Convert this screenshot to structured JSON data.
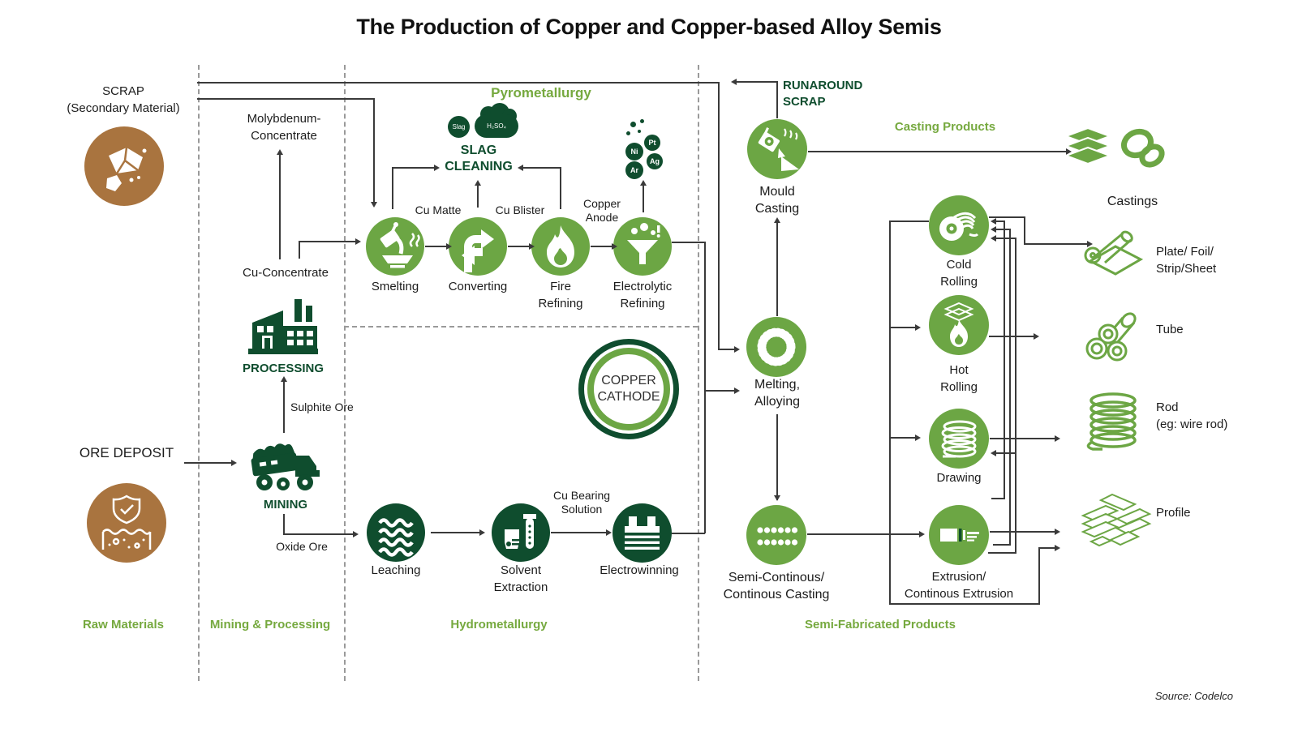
{
  "title": "The Production of Copper and Copper-based Alloy Semis",
  "source": "Source: Codelco",
  "zones": {
    "raw_materials": "Raw Materials",
    "mining_processing": "Mining & Processing",
    "hydrometallurgy": "Hydrometallurgy",
    "semi_fabricated": "Semi-Fabricated Products"
  },
  "headers": {
    "pyrometallurgy": "Pyrometallurgy",
    "casting_products": "Casting Products",
    "runaround_scrap": [
      "RUNAROUND",
      "SCRAP"
    ],
    "slag_cleaning": [
      "SLAG",
      "CLEANING"
    ]
  },
  "raw": {
    "scrap": [
      "SCRAP",
      "(Secondary Material)"
    ],
    "ore_deposit": "ORE DEPOSIT"
  },
  "mining": {
    "molybdenum": [
      "Molybdenum-",
      "Concentrate"
    ],
    "cu_concentrate": "Cu-Concentrate",
    "processing": "PROCESSING",
    "mining": "MINING",
    "sulphite_ore": "Sulphite Ore",
    "oxide_ore": "Oxide Ore"
  },
  "pyro": {
    "steps": {
      "smelting": "Smelting",
      "converting": "Converting",
      "fire_refining": [
        "Fire",
        "Refining"
      ],
      "electrolytic_refining": [
        "Electrolytic",
        "Refining"
      ]
    },
    "flows": {
      "cu_matte": "Cu Matte",
      "cu_blister": "Cu Blister",
      "copper_anode": [
        "Copper",
        "Anode"
      ]
    },
    "bubbles": {
      "slag": "Slag",
      "h2so4": "H₂SO₄"
    },
    "elements": [
      "Ni",
      "Pt",
      "Ar",
      "Ag"
    ]
  },
  "hydro": {
    "steps": {
      "leaching": "Leaching",
      "solvent_extraction": [
        "Solvent",
        "Extraction"
      ],
      "electrowinning": "Electrowinning"
    },
    "flows": {
      "cu_bearing": [
        "Cu Bearing",
        "Solution"
      ]
    }
  },
  "cathode": [
    "COPPER",
    "CATHODE"
  ],
  "casting": {
    "mould_casting": [
      "Mould",
      "Casting"
    ],
    "melting_alloying": [
      "Melting,",
      "Alloying"
    ],
    "semi_continuous": [
      "Semi-Continous/",
      "Continous Casting"
    ]
  },
  "semifab": {
    "cold_rolling": [
      "Cold",
      "Rolling"
    ],
    "hot_rolling": [
      "Hot",
      "Rolling"
    ],
    "drawing": "Drawing",
    "extrusion": [
      "Extrusion/",
      "Continous Extrusion"
    ]
  },
  "products": {
    "castings": "Castings",
    "plate": [
      "Plate/ Foil/",
      "Strip/Sheet"
    ],
    "tube": "Tube",
    "rod": [
      "Rod",
      "(eg: wire rod)"
    ],
    "profile": "Profile"
  },
  "colors": {
    "light_green": "#6CA644",
    "dark_green": "#0F4D2E",
    "label_green": "#76A93F",
    "brown": "#A9743F",
    "line": "#3a3a3a"
  }
}
